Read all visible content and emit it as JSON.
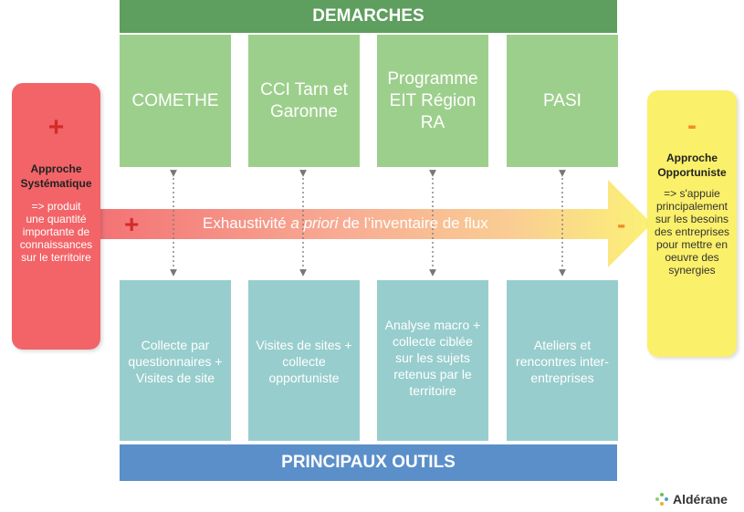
{
  "header": {
    "title": "DEMARCHES"
  },
  "demarches": [
    {
      "label": "COMETHE"
    },
    {
      "label": "CCI Tarn et\nGaronne"
    },
    {
      "label": "Programme\nEIT Région\nRA"
    },
    {
      "label": "PASI"
    }
  ],
  "outils": [
    {
      "label": "Collecte par\nquestionnaires +\nVisites de site"
    },
    {
      "label": "Visites de sites +\ncollecte\nopportuniste"
    },
    {
      "label": "Analyse macro +\ncollecte ciblée\nsur les sujets\nretenus par le\nterritoire"
    },
    {
      "label": "Ateliers et\nrencontres inter-\nentreprises"
    }
  ],
  "footer": {
    "title": "PRINCIPAUX OUTILS"
  },
  "left_panel": {
    "sign": "+",
    "title": "Approche\nSystématique",
    "text": "=> produit\nune quantité\nimportante de\nconnaissances\nsur le territoire"
  },
  "right_panel": {
    "sign": "-",
    "title": "Approche\nOpportuniste",
    "text": "=> s'appuie\nprincipalement\nsur les besoins\ndes entreprises\npour mettre en\noeuvre des\nsynergies"
  },
  "arrow": {
    "plus": "+",
    "minus": "-",
    "label_part1": "Exhaustivité ",
    "label_italic": "a priori",
    "label_part2": " de l’inventaire de flux"
  },
  "logo": {
    "text": "Aldérane"
  },
  "colors": {
    "green_banner": "#5e9e5e",
    "green_box": "#9dcf8c",
    "teal_box": "#98cdcd",
    "blue_banner": "#5b8fc9",
    "red_panel": "#f26468",
    "yellow_panel": "#fbf06a",
    "sign_red": "#d42a2a",
    "sign_orange": "#f28c28"
  }
}
